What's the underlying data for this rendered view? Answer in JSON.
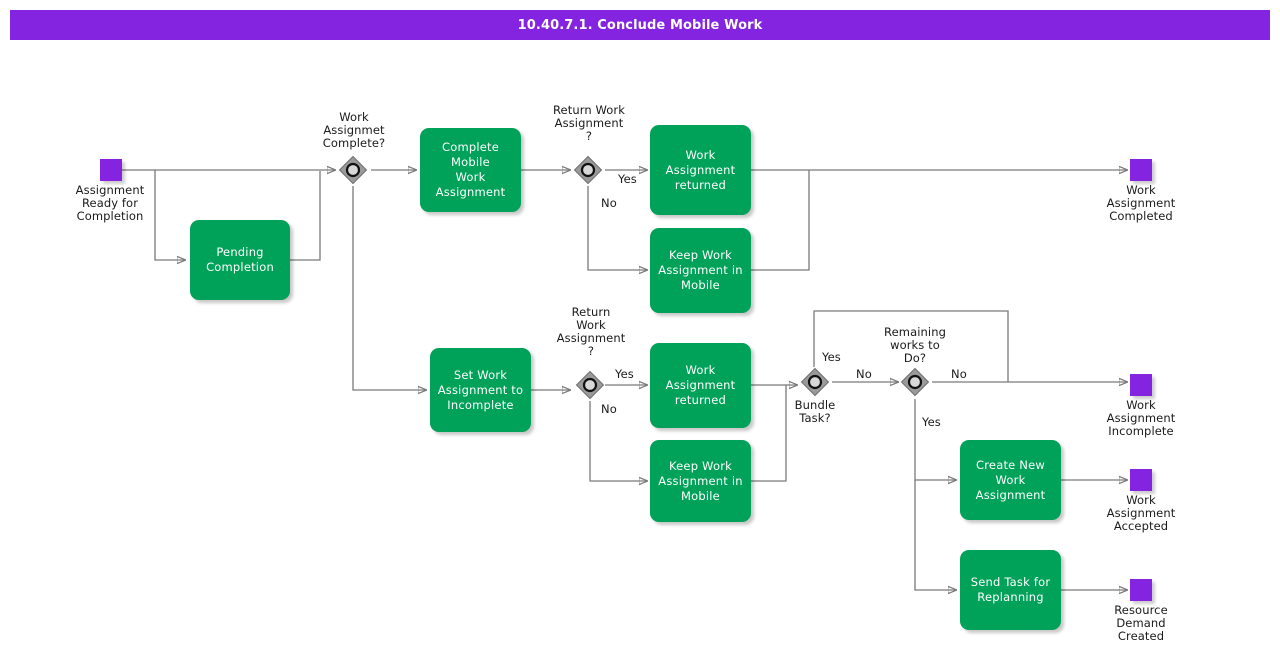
{
  "title": {
    "text": "10.40.7.1. Conclude Mobile Work",
    "bar_color": "#8423e0",
    "text_color": "#ffffff"
  },
  "colors": {
    "task_green": "#00a158",
    "event_purple": "#8423e0",
    "gateway_gray": "#9a9a9a",
    "connector_gray": "#7a7a7a",
    "text_dark": "#1a1a1a"
  },
  "events": [
    {
      "id": "start-assignment-ready",
      "label": "Assignment\nReady for\nCompletion",
      "type": "start"
    },
    {
      "id": "end-work-assignment-completed",
      "label": "Work\nAssignment\nCompleted",
      "type": "end"
    },
    {
      "id": "end-work-assignment-incomplete",
      "label": "Work\nAssignment\nIncomplete",
      "type": "end"
    },
    {
      "id": "end-work-assignment-accepted",
      "label": "Work\nAssignment\nAccepted",
      "type": "end"
    },
    {
      "id": "end-resource-demand-created",
      "label": "Resource\nDemand\nCreated",
      "type": "end"
    }
  ],
  "tasks": [
    {
      "id": "task-pending-completion",
      "label": "Pending\nCompletion"
    },
    {
      "id": "task-complete-mobile-work-assignment",
      "label": "Complete Mobile\nWork\nAssignment"
    },
    {
      "id": "task-work-assignment-returned-top",
      "label": "Work\nAssignment\nreturned"
    },
    {
      "id": "task-keep-work-assignment-in-mobile-top",
      "label": "Keep Work\nAssignment in\nMobile"
    },
    {
      "id": "task-set-work-assignment-to-incomplete",
      "label": "Set Work\nAssignment to\nIncomplete"
    },
    {
      "id": "task-work-assignment-returned-bottom",
      "label": "Work\nAssignment\nreturned"
    },
    {
      "id": "task-keep-work-assignment-in-mobile-bottom",
      "label": "Keep Work\nAssignment in\nMobile"
    },
    {
      "id": "task-create-new-work-assignment",
      "label": "Create New\nWork\nAssignment"
    },
    {
      "id": "task-send-task-for-replanning",
      "label": "Send Task for\nReplanning"
    }
  ],
  "gateways": [
    {
      "id": "gw-work-assignmet-complete",
      "label": "Work\nAssignmet\nComplete?"
    },
    {
      "id": "gw-return-work-assignment-top",
      "label": "Return Work\nAssignment\n?"
    },
    {
      "id": "gw-return-work-assignment-bottom",
      "label": "Return\nWork\nAssignment\n?"
    },
    {
      "id": "gw-bundle-task",
      "label": "Bundle\nTask?"
    },
    {
      "id": "gw-remaining-works-to-do",
      "label": "Remaining\nworks to\nDo?"
    }
  ],
  "edge_labels": {
    "return_top_yes": "Yes",
    "return_top_no": "No",
    "return_bottom_yes": "Yes",
    "return_bottom_no": "No",
    "bundle_yes": "Yes",
    "bundle_no": "No",
    "remaining_no": "No",
    "remaining_yes": "Yes"
  }
}
